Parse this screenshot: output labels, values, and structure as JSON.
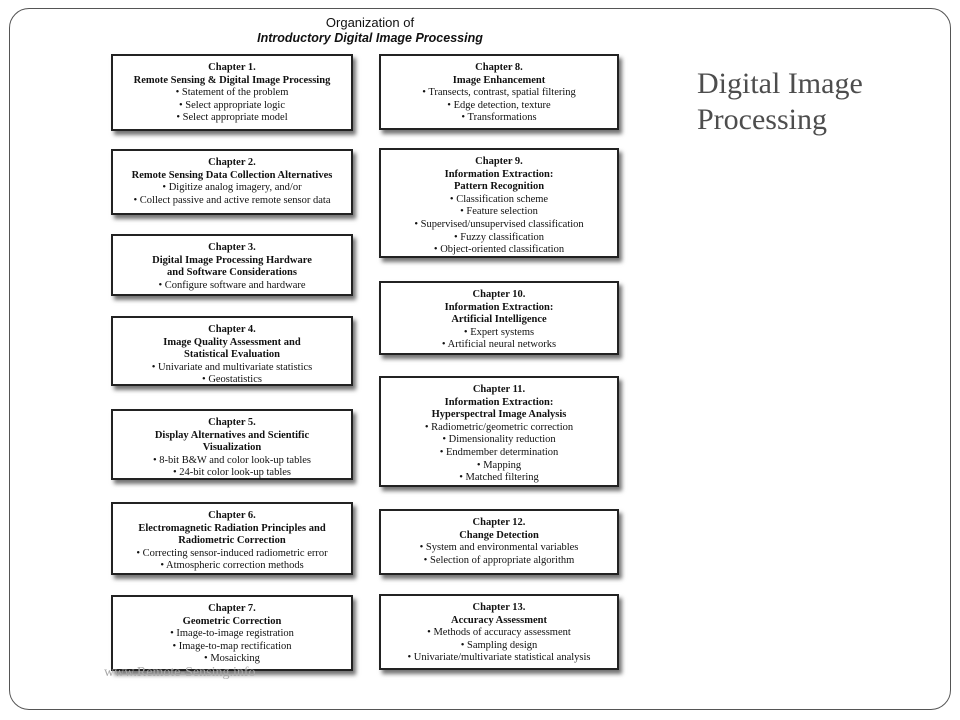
{
  "diagram": {
    "title_line1": "Organization of",
    "title_line2": "Introductory Digital Image Processing"
  },
  "slide": {
    "heading": "Digital Image Processing",
    "footer": "www.Remote-Sensing.info"
  },
  "chapters": [
    {
      "title": [
        "Chapter 1.",
        "Remote Sensing & Digital Image Processing"
      ],
      "bullets": [
        "• Statement of the problem",
        "• Select appropriate logic",
        "• Select appropriate model"
      ]
    },
    {
      "title": [
        "Chapter 2.",
        "Remote Sensing Data Collection Alternatives"
      ],
      "bullets": [
        "• Digitize analog imagery, and/or",
        "• Collect passive and active remote sensor data"
      ]
    },
    {
      "title": [
        "Chapter 3.",
        "Digital Image Processing Hardware",
        "and Software Considerations"
      ],
      "bullets": [
        "• Configure software and hardware"
      ]
    },
    {
      "title": [
        "Chapter 4.",
        "Image Quality Assessment and",
        "Statistical Evaluation"
      ],
      "bullets": [
        "• Univariate  and multivariate statistics",
        "• Geostatistics"
      ]
    },
    {
      "title": [
        "Chapter 5.",
        "Display Alternatives and Scientific",
        "Visualization"
      ],
      "bullets": [
        "• 8-bit B&W and color look-up tables",
        "• 24-bit color look-up tables"
      ]
    },
    {
      "title": [
        "Chapter 6.",
        "Electromagnetic Radiation Principles and",
        "Radiometric Correction"
      ],
      "bullets": [
        "• Correcting sensor-induced radiometric error",
        "• Atmospheric correction methods"
      ]
    },
    {
      "title": [
        "Chapter  7.",
        "Geometric Correction"
      ],
      "bullets": [
        "• Image-to-image registration",
        "• Image-to-map rectification",
        "• Mosaicking"
      ]
    },
    {
      "title": [
        "Chapter 8.",
        "Image Enhancement"
      ],
      "bullets": [
        "• Transects, contrast, spatial filtering",
        "• Edge detection, texture",
        "• Transformations"
      ]
    },
    {
      "title": [
        "Chapter 9.",
        "Information Extraction:",
        "Pattern Recognition"
      ],
      "bullets": [
        "• Classification scheme",
        "• Feature selection",
        "• Supervised/unsupervised classification",
        "• Fuzzy classification",
        "• Object-oriented classification"
      ]
    },
    {
      "title": [
        "Chapter 10.",
        "Information Extraction:",
        "Artificial Intelligence"
      ],
      "bullets": [
        "• Expert systems",
        "• Artificial neural networks"
      ]
    },
    {
      "title": [
        "Chapter 11.",
        "Information Extraction:",
        "Hyperspectral Image Analysis"
      ],
      "bullets": [
        "• Radiometric/geometric correction",
        "• Dimensionality reduction",
        "• Endmember determination",
        "• Mapping",
        "•  Matched filtering"
      ]
    },
    {
      "title": [
        "Chapter 12.",
        "Change Detection"
      ],
      "bullets": [
        "• System and environmental variables",
        "• Selection of appropriate algorithm"
      ]
    },
    {
      "title": [
        "Chapter 13.",
        "Accuracy Assessment"
      ],
      "bullets": [
        "• Methods of accuracy assessment",
        "• Sampling design",
        "• Univariate/multivariate statistical analysis"
      ]
    }
  ]
}
